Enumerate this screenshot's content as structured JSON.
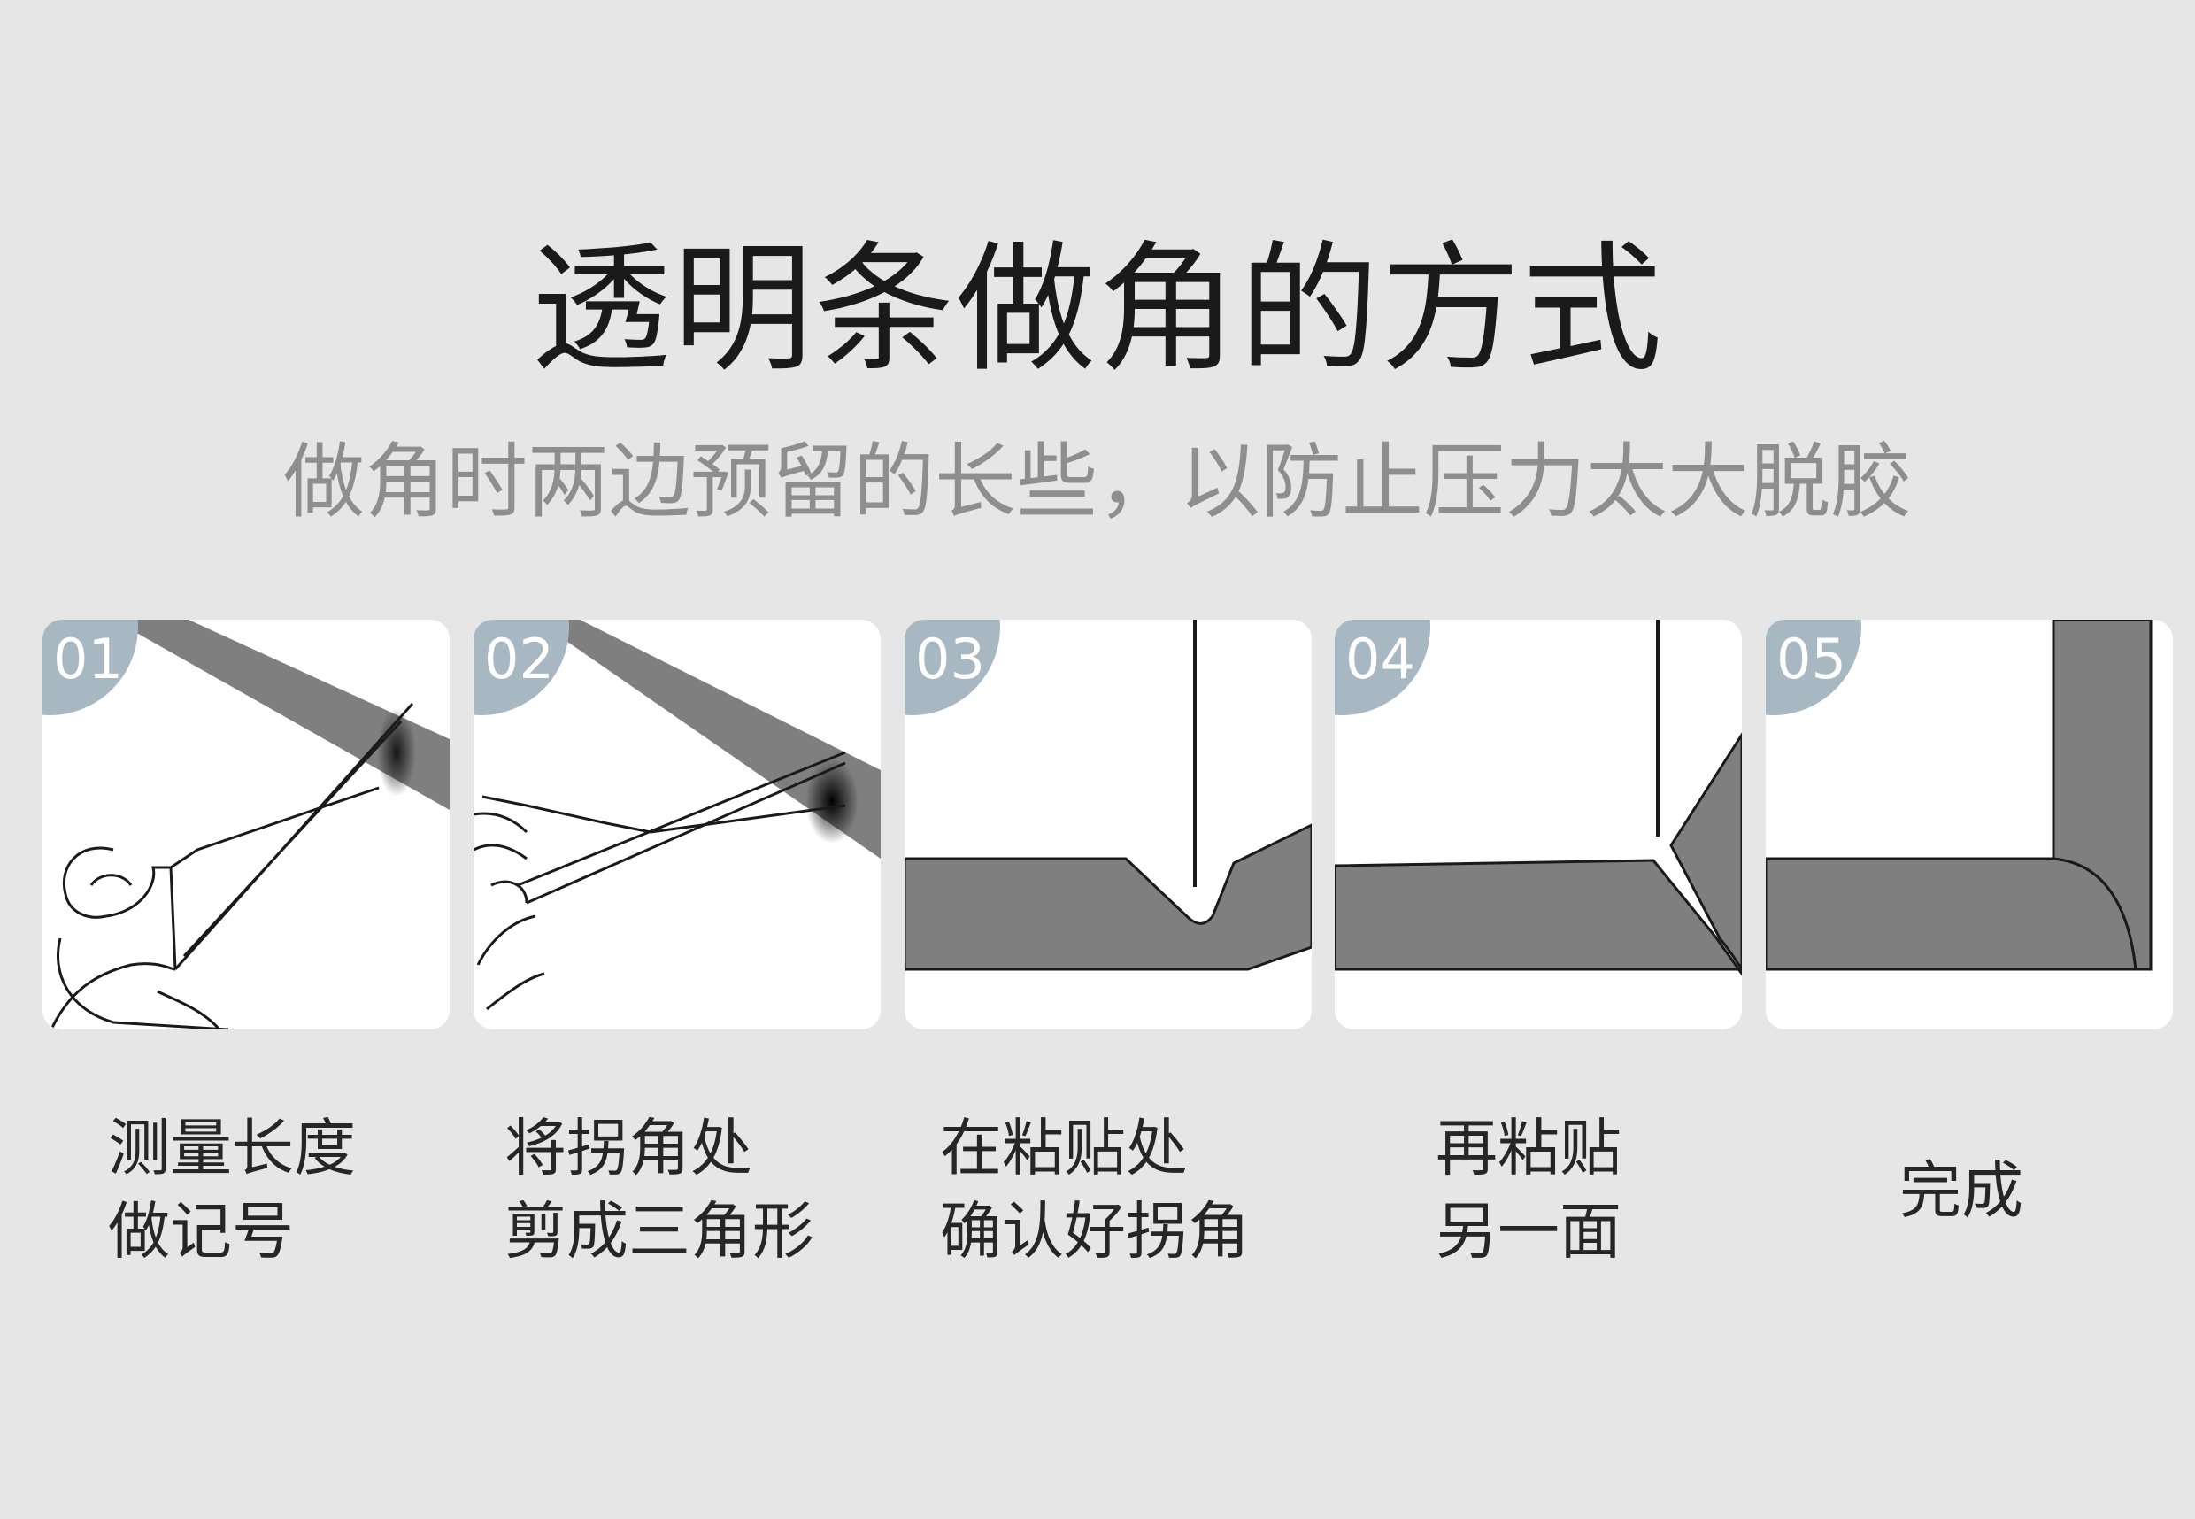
{
  "header": {
    "title": "透明条做角的方式",
    "subtitle": "做角时两边预留的长些，以防止压力太大脱胶"
  },
  "colors": {
    "background": "#e6e6e6",
    "strip": "#7f7f7f",
    "badge": "#a7b8c2",
    "line": "#1a1a1a",
    "subtitle": "#8e8e8e"
  },
  "steps": [
    {
      "number": "01",
      "line1": "测量长度",
      "line2": "做记号"
    },
    {
      "number": "02",
      "line1": "将拐角处",
      "line2": "剪成三角形"
    },
    {
      "number": "03",
      "line1": "在粘贴处",
      "line2": "确认好拐角"
    },
    {
      "number": "04",
      "line1": "再粘贴",
      "line2": "另一面"
    },
    {
      "number": "05",
      "line1": "完成",
      "line2": ""
    }
  ]
}
